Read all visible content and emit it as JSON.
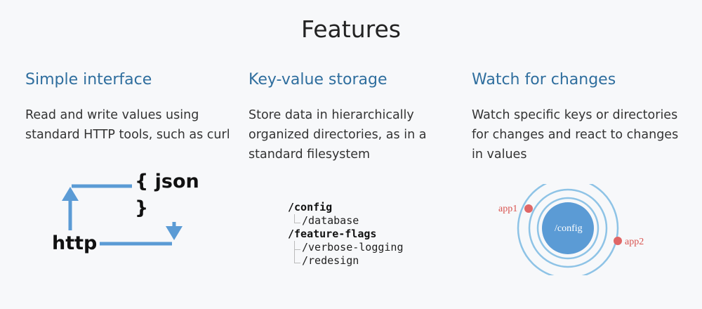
{
  "page": {
    "title": "Features"
  },
  "features": [
    {
      "title": "Simple interface",
      "description": "Read and write values using standard HTTP tools, such as curl",
      "illustration": {
        "http_label": "http",
        "json_label": "{ json }"
      }
    },
    {
      "title": "Key-value storage",
      "description": "Store data in hierarchically organized directories, as in a standard filesystem",
      "illustration": {
        "tree": [
          "/config",
          "/database",
          "/feature-flags",
          "/verbose-logging",
          "/redesign"
        ]
      }
    },
    {
      "title": "Watch for changes",
      "description": "Watch specific keys or directories for changes and react to changes in values",
      "illustration": {
        "center_label": "/config",
        "watcher_1": "app1",
        "watcher_2": "app2"
      }
    }
  ],
  "colors": {
    "heading": "#2f6e9e",
    "arrow": "#5b9bd5",
    "circle": "#5b9bd5",
    "ring": "#8ec3e6",
    "watcher_dot": "#e06666",
    "watcher_text": "#d9534f"
  }
}
